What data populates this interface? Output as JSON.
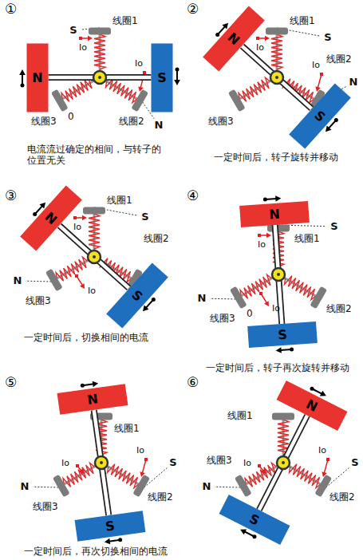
{
  "diagram": {
    "nodes": [
      {
        "text": [
          "N"
        ]
      },
      {
        "text": [
          "S"
        ]
      },
      {
        "text": [
          "N"
        ]
      },
      {
        "text": [
          "S"
        ]
      },
      {
        "text": [
          "N"
        ]
      },
      {
        "text": [
          "S"
        ]
      },
      {
        "text": [
          "N"
        ]
      },
      {
        "text": [
          "S"
        ]
      },
      {
        "text": [
          "N"
        ]
      },
      {
        "text": [
          "S"
        ]
      },
      {
        "text": [
          "N"
        ]
      },
      {
        "text": [
          "S"
        ]
      }
    ],
    "edges": [
      {
        "from": 0,
        "to": 1,
        "arrow": "none"
      },
      {
        "from": 2,
        "to": 3,
        "arrow": "none"
      },
      {
        "from": 4,
        "to": 5,
        "arrow": "none"
      },
      {
        "from": 6,
        "to": 7,
        "arrow": "none"
      },
      {
        "from": 8,
        "to": 9,
        "arrow": "none"
      },
      {
        "from": 10,
        "to": 11,
        "arrow": "none"
      }
    ],
    "labels": [
      "①",
      "线圈1",
      "线圈2",
      "线圈3",
      "Io",
      "Io",
      "S",
      "N",
      "0",
      "电流流过确定的相间，与转子的 位置无关",
      "②",
      "线圈1",
      "线圈2",
      "线圈3",
      "Io",
      "Io",
      "S",
      "N",
      "一定时间后，转子旋转并移动",
      "③",
      "线圈1",
      "线圈2",
      "线圈3",
      "Io",
      "Io",
      "S",
      "N",
      "一定时间后，切换相间的电流",
      "④",
      "线圈1",
      "线圈2",
      "线圈3",
      "Io",
      "Io",
      "S",
      "N",
      "0",
      "一定时间后，转子再次旋转并移动",
      "⑤",
      "线圈1",
      "线圈2",
      "线圈3",
      "Io",
      "Io",
      "S",
      "N",
      "一定时间后，再次切换相间的电流",
      "⑥",
      "线圈1",
      "线圈2",
      "线圈3",
      "Io",
      "Io",
      "S",
      "N"
    ]
  }
}
